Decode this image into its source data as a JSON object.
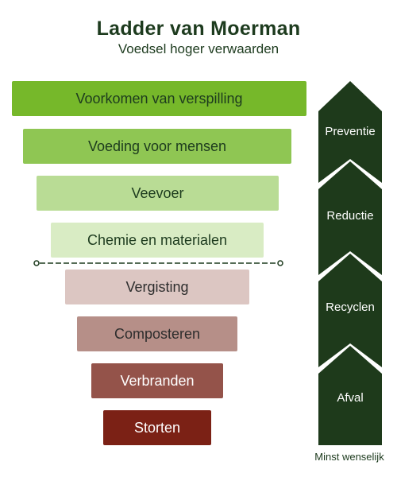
{
  "title": "Ladder van Moerman",
  "subtitle": "Voedsel hoger verwaarden",
  "ladder": {
    "steps": [
      {
        "label": "Voorkomen van verspilling",
        "color": "#76b82a",
        "text_color": "#1d3b1e"
      },
      {
        "label": "Voeding voor mensen",
        "color": "#8fc653",
        "text_color": "#1d3b1e"
      },
      {
        "label": "Veevoer",
        "color": "#b9dc95",
        "text_color": "#1d3b1e"
      },
      {
        "label": "Chemie en materialen",
        "color": "#d9ecc4",
        "text_color": "#1d3b1e"
      },
      {
        "label": "Vergisting",
        "color": "#dcc6c2",
        "text_color": "#2d2d2d"
      },
      {
        "label": "Composteren",
        "color": "#b68f88",
        "text_color": "#2d2d2d"
      },
      {
        "label": "Verbranden",
        "color": "#94534a",
        "text_color": "#ffffff"
      },
      {
        "label": "Storten",
        "color": "#7b2115",
        "text_color": "#ffffff"
      }
    ]
  },
  "categories": [
    {
      "label": "Preventie"
    },
    {
      "label": "Reductie"
    },
    {
      "label": "Recyclen"
    },
    {
      "label": "Afval"
    }
  ],
  "footer": "Minst wenselijk",
  "colors": {
    "title": "#1d3b1e",
    "side_column": "#1e3a1b",
    "divider": "#1d3b1e"
  }
}
